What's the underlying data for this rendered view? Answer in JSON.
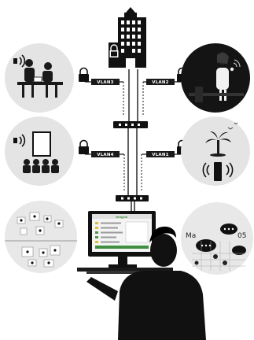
{
  "vlans": {
    "vlan3": "VLAN3",
    "vlan2": "VLAN2",
    "vlan4": "VLAN4",
    "vlan1": "VLAN1"
  },
  "monitor": {
    "title": "Netgear"
  },
  "calendar": {
    "month_left": "Ma",
    "month_right": "05"
  },
  "wifi_sign": "Wi-Fi",
  "icons": {
    "building": "office-building-icon",
    "lock": "padlock-icon",
    "wifi": "wifi-icon",
    "switch": "network-switch-icon"
  },
  "colors": {
    "line": "#1a1a1a",
    "circle": "#e4e4e4",
    "panel": "#0d0d0d"
  }
}
